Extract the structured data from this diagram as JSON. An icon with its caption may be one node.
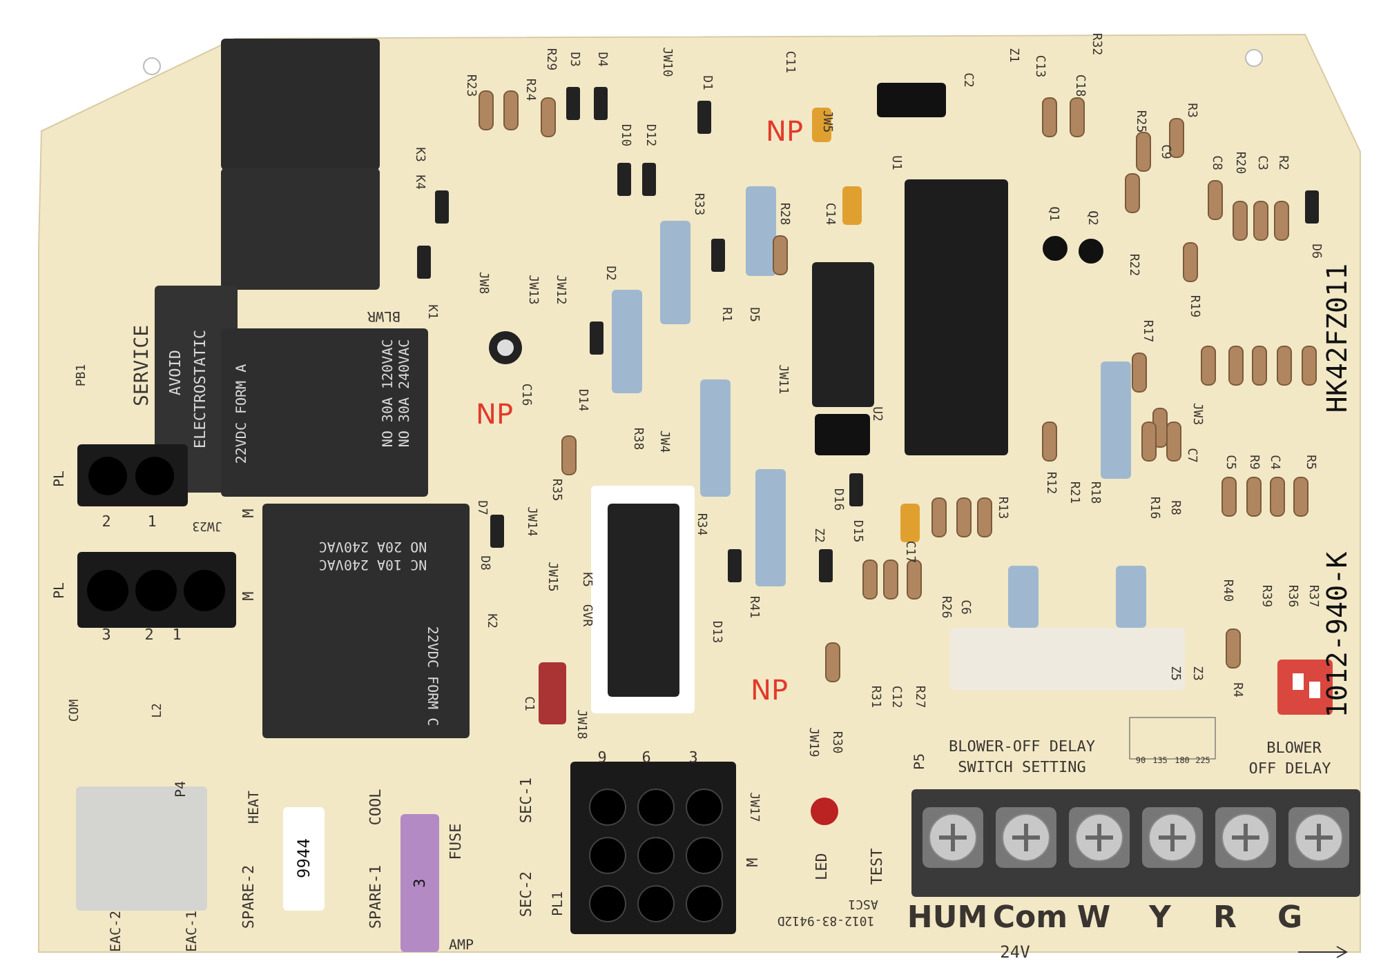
{
  "diagram": {
    "labels": [
      "SERVICE",
      "AVOID",
      "ELECTROSTATIC",
      "PB1",
      "BLWR",
      "K1",
      "K3",
      "K4",
      "22VDC FORM A",
      "NO 30A 120VAC",
      "NO 30A 240VAC",
      "PL",
      "2",
      "1",
      "PL",
      "3",
      "2",
      "1",
      "M",
      "M",
      "JW23",
      "NO 20A 240VAC",
      "NC 10A 240VAC",
      "22VDC FORM C",
      "K2",
      "K5",
      "GVR",
      "C1",
      "JW18",
      "COM",
      "L2",
      "P4",
      "EAC-2",
      "EAC-1",
      "SPARE-2",
      "HEAT",
      "SPARE-1",
      "COOL",
      "9944",
      "FUSE",
      "3",
      "AMP",
      "SEC-1",
      "SEC-2",
      "9",
      "6",
      "3",
      "PL1",
      "JW17",
      "M",
      "LED",
      "TEST",
      "P5",
      "BLOWER-OFF DELAY",
      "SWITCH SETTING",
      "90",
      "135",
      "180",
      "225",
      "BLOWER",
      "OFF DELAY",
      "HUM",
      "Com",
      "W",
      "Y",
      "R",
      "G",
      "24V",
      "1012-83-9412D",
      "ASC1",
      "1012-940-K",
      "HK42FZ011",
      "U1",
      "U2",
      "Q1",
      "Q2",
      "R23",
      "R24",
      "R29",
      "D3",
      "D4",
      "JW10",
      "D10",
      "D12",
      "D1",
      "C11",
      "JW5",
      "C2",
      "Z1",
      "C13",
      "C18",
      "R32",
      "R25",
      "R3",
      "C9",
      "C8",
      "R20",
      "C3",
      "R2",
      "D6",
      "R22",
      "R19",
      "R17",
      "R33",
      "R28",
      "R1",
      "D5",
      "C14",
      "JW8",
      "JW13",
      "JW12",
      "D2",
      "D14",
      "R38",
      "JW4",
      "JW11",
      "C16",
      "R35",
      "D7",
      "D8",
      "JW14",
      "JW15",
      "JW3",
      "C7",
      "C5",
      "R9",
      "C4",
      "R5",
      "R12",
      "R21",
      "R18",
      "R16",
      "R8",
      "R34",
      "R41",
      "D13",
      "D16",
      "D15",
      "C17",
      "Z2",
      "R13",
      "R26",
      "C6",
      "R31",
      "C12",
      "R27",
      "Z5",
      "Z3",
      "R4",
      "R40",
      "R39",
      "R36",
      "R37",
      "JW19",
      "R30",
      "NP",
      "NP",
      "NP"
    ]
  }
}
